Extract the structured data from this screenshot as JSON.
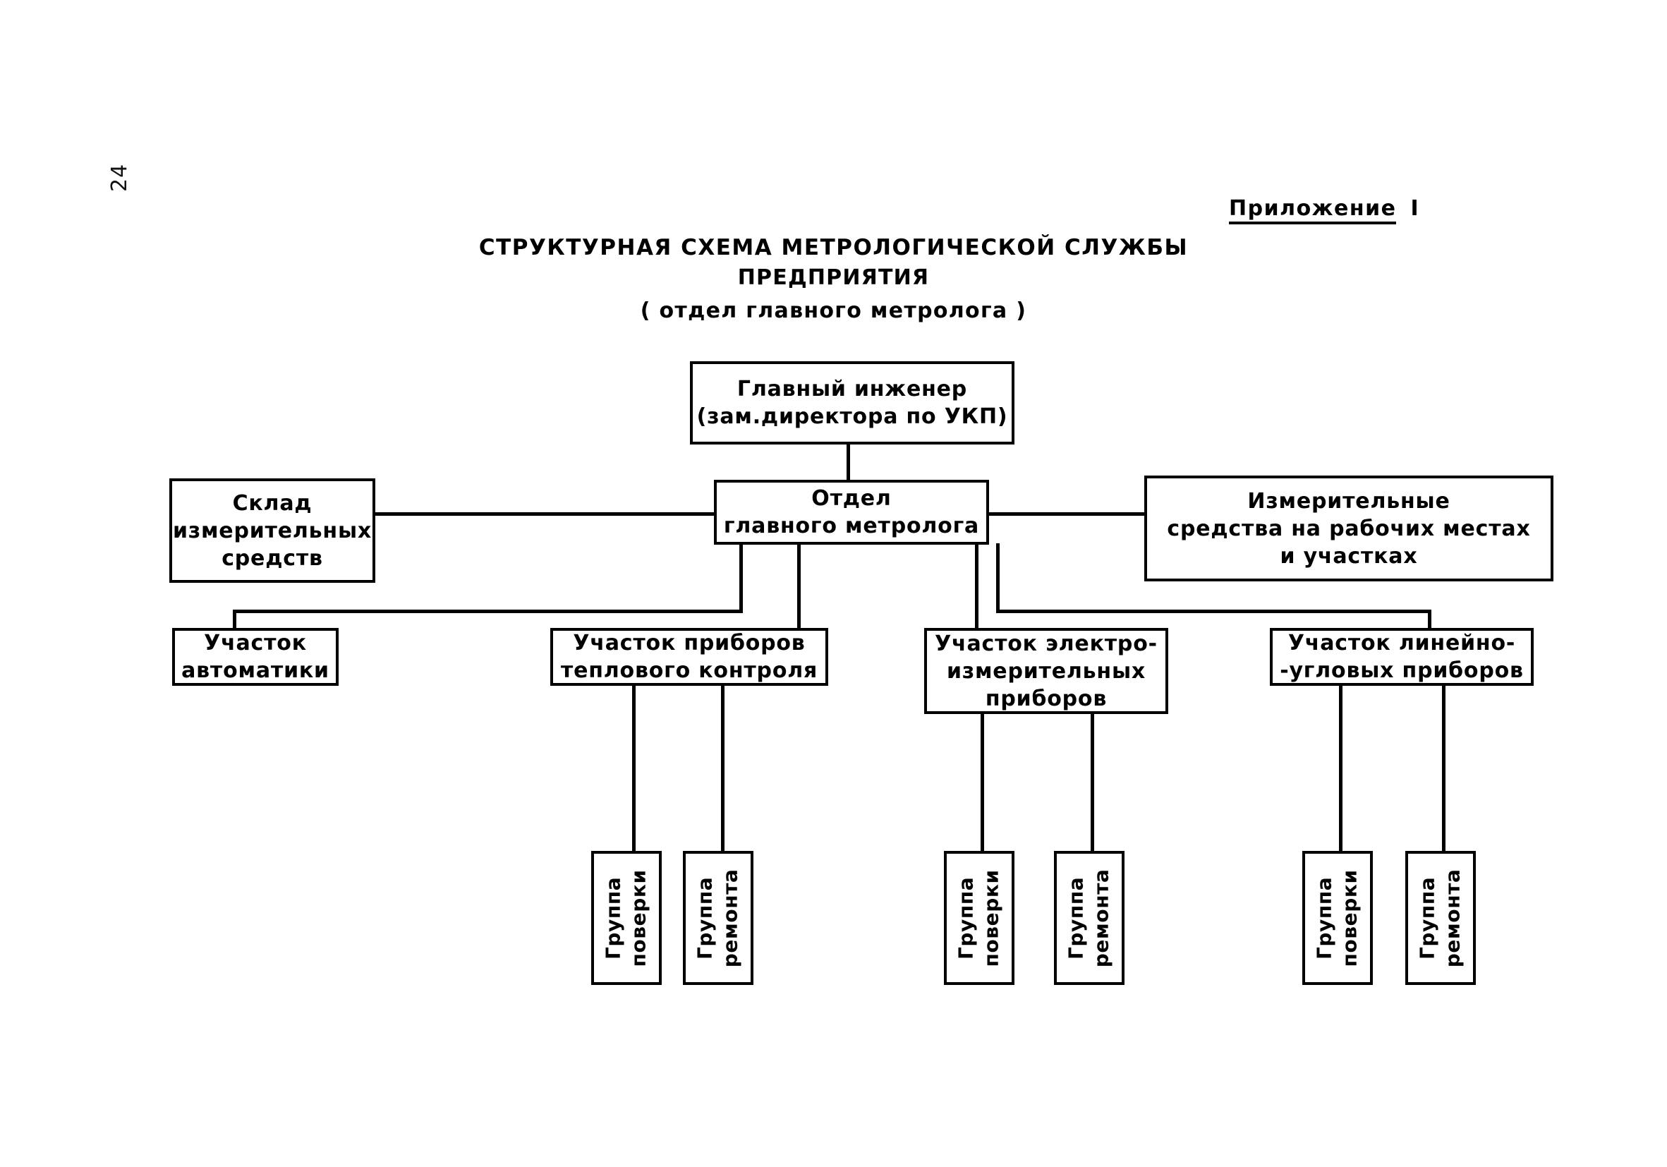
{
  "page": {
    "number": "24",
    "appendix_label": "Приложение",
    "appendix_numeral": "I"
  },
  "title": {
    "line1": "СТРУКТУРНАЯ СХЕМА МЕТРОЛОГИЧЕСКОЙ СЛУЖБЫ",
    "line2": "ПРЕДПРИЯТИЯ",
    "line3": "( отдел главного метролога )"
  },
  "chart_data": {
    "type": "diagram",
    "title": "СТРУКТУРНАЯ СХЕМА МЕТРОЛОГИЧЕСКОЙ СЛУЖБЫ ПРЕДПРИЯТИЯ ( отдел главного метролога )",
    "orientation": "top-down organizational chart",
    "nodes": [
      {
        "id": "chief_engineer",
        "level": 1,
        "lines": [
          "Главный инженер",
          "(зам.директора по УКП)"
        ]
      },
      {
        "id": "dept_chief_metrologist",
        "level": 2,
        "lines": [
          "Отдел",
          "главного метролога"
        ]
      },
      {
        "id": "warehouse",
        "level": 2,
        "lines": [
          "Склад",
          "измерительных",
          "средств"
        ]
      },
      {
        "id": "measuring_means",
        "level": 2,
        "lines": [
          "Измерительные",
          "средства на рабочих местах",
          "и участках"
        ]
      },
      {
        "id": "section_automation",
        "level": 3,
        "lines": [
          "Участок",
          "автоматики"
        ]
      },
      {
        "id": "section_thermal",
        "level": 3,
        "lines": [
          "Участок приборов",
          "теплового контроля"
        ]
      },
      {
        "id": "section_electro",
        "level": 3,
        "lines": [
          "Участок электро-",
          "измерительных",
          "приборов"
        ]
      },
      {
        "id": "section_linear",
        "level": 3,
        "lines": [
          "Участок линейно-",
          "-угловых приборов"
        ]
      },
      {
        "id": "group_verify_thermal",
        "level": 4,
        "lines": [
          "Группа",
          "поверки"
        ],
        "rotated": true
      },
      {
        "id": "group_repair_thermal",
        "level": 4,
        "lines": [
          "Группа",
          "ремонта"
        ],
        "rotated": true
      },
      {
        "id": "group_verify_electro",
        "level": 4,
        "lines": [
          "Группа",
          "поверки"
        ],
        "rotated": true
      },
      {
        "id": "group_repair_electro",
        "level": 4,
        "lines": [
          "Группа",
          "ремонта"
        ],
        "rotated": true
      },
      {
        "id": "group_verify_linear",
        "level": 4,
        "lines": [
          "Группа",
          "поверки"
        ],
        "rotated": true
      },
      {
        "id": "group_repair_linear",
        "level": 4,
        "lines": [
          "Группа",
          "ремонта"
        ],
        "rotated": true
      }
    ],
    "edges": [
      {
        "from": "chief_engineer",
        "to": "dept_chief_metrologist"
      },
      {
        "from": "dept_chief_metrologist",
        "to": "warehouse"
      },
      {
        "from": "dept_chief_metrologist",
        "to": "measuring_means"
      },
      {
        "from": "dept_chief_metrologist",
        "to": "section_automation"
      },
      {
        "from": "dept_chief_metrologist",
        "to": "section_thermal"
      },
      {
        "from": "dept_chief_metrologist",
        "to": "section_electro"
      },
      {
        "from": "dept_chief_metrologist",
        "to": "section_linear"
      },
      {
        "from": "section_thermal",
        "to": "group_verify_thermal"
      },
      {
        "from": "section_thermal",
        "to": "group_repair_thermal"
      },
      {
        "from": "section_electro",
        "to": "group_verify_electro"
      },
      {
        "from": "section_electro",
        "to": "group_repair_electro"
      },
      {
        "from": "section_linear",
        "to": "group_verify_linear"
      },
      {
        "from": "section_linear",
        "to": "group_repair_linear"
      }
    ]
  },
  "nodes": {
    "chief_engineer": {
      "l1": "Главный инженер",
      "l2": "(зам.директора по УКП)"
    },
    "dept_chief_metrologist": {
      "l1": "Отдел",
      "l2": "главного метролога"
    },
    "warehouse": {
      "l1": "Склад",
      "l2": "измерительных",
      "l3": "средств"
    },
    "measuring_means": {
      "l1": "Измерительные",
      "l2": "средства на рабочих местах",
      "l3": "и участках"
    },
    "section_automation": {
      "l1": "Участок",
      "l2": "автоматики"
    },
    "section_thermal": {
      "l1": "Участок приборов",
      "l2": "теплового контроля"
    },
    "section_electro": {
      "l1": "Участок электро-",
      "l2": "измерительных",
      "l3": "приборов"
    },
    "section_linear": {
      "l1": "Участок линейно-",
      "l2": "-угловых приборов"
    },
    "group_verify_thermal": {
      "l1": "Группа",
      "l2": "поверки"
    },
    "group_repair_thermal": {
      "l1": "Группа",
      "l2": "ремонта"
    },
    "group_verify_electro": {
      "l1": "Группа",
      "l2": "поверки"
    },
    "group_repair_electro": {
      "l1": "Группа",
      "l2": "ремонта"
    },
    "group_verify_linear": {
      "l1": "Группа",
      "l2": "поверки"
    },
    "group_repair_linear": {
      "l1": "Группа",
      "l2": "ремонта"
    }
  },
  "colors": {
    "ink": "#000000",
    "paper": "#ffffff"
  }
}
